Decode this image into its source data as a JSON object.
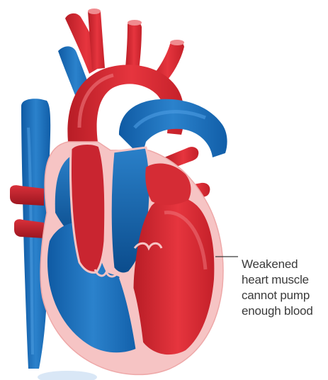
{
  "annotation": {
    "lines": [
      "Weakened",
      "heart muscle",
      "cannot pump",
      "enough blood"
    ]
  },
  "colors": {
    "oxygen_poor_blue": "#1f6fb8",
    "oxygen_poor_blue_dark": "#0d4f91",
    "oxygen_rich_red": "#e2313a",
    "oxygen_rich_red_dark": "#a41822",
    "heart_wall_pink": "#f6c4c4",
    "leader_line": "#3a3a3a"
  }
}
